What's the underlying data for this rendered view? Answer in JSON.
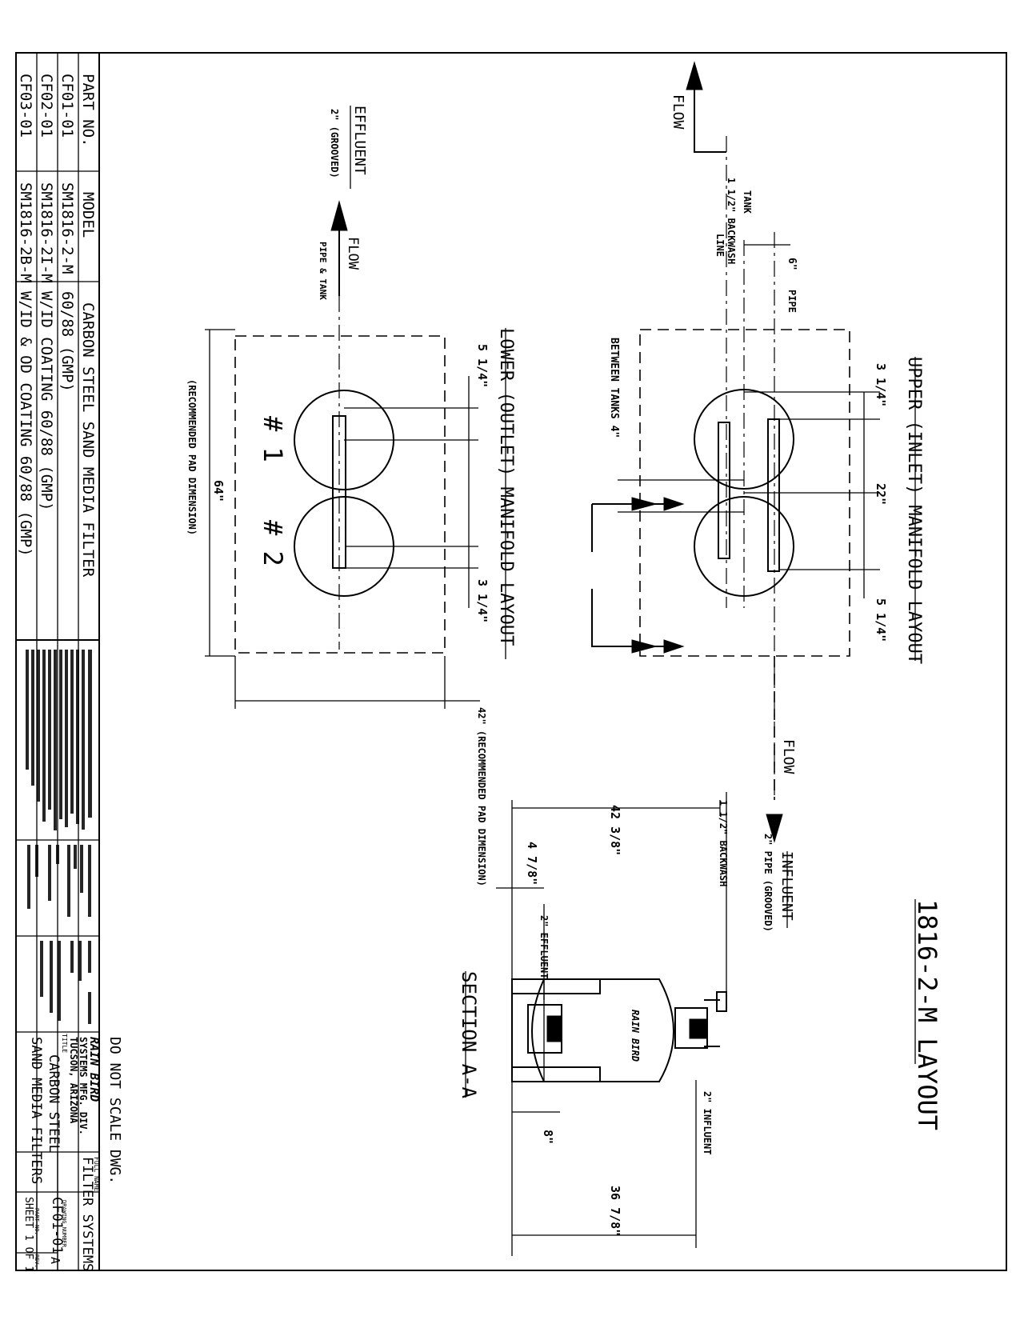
{
  "drawing": {
    "title": "1816-2-M LAYOUT",
    "do_not_scale": "DO NOT SCALE DWG.",
    "upper_layout_title": "UPPER (INLET) MANIFOLD LAYOUT",
    "lower_layout_title": "LOWER (OUTLET) MANIFOLD LAYOUT",
    "section_title": "SECTION A-A"
  },
  "upper": {
    "flow_top": "FLOW",
    "flow_bottom": "FLOW",
    "tank_cl": "TANK",
    "backwash_line_1": "1 1/2\" BACKWASH",
    "backwash_line_2": "LINE",
    "pipe_offset": "6\"",
    "pipe_cl": "PIPE",
    "between_tanks": "BETWEEN TANKS 4\"",
    "dim_3_1_4": "3 1/4\"",
    "dim_22": "22\"",
    "dim_5_1_4": "5 1/4\""
  },
  "lower": {
    "effluent": "EFFLUENT",
    "effluent_size": "2\" (GROOVED)",
    "flow": "FLOW",
    "pipe_tank": "PIPE & TANK",
    "dim_5_1_4": "5 1/4\"",
    "dim_3_1_4": "3 1/4\"",
    "tank1": "# 1",
    "tank2": "# 2",
    "dim_64": "64\"",
    "recommended_pad": "(RECOMMENDED PAD DIMENSION)",
    "dim_42": "42\" (RECOMMENDED PAD DIMENSION)"
  },
  "section": {
    "influent": "INFLUENT",
    "influent_size": "2\" PIPE (GROOVED)",
    "backwash": "1 1/2\" BACKWASH",
    "dim_42_3_8": "42 3/8\"",
    "dim_4_7_8": "4 7/8\"",
    "effluent_cl": "2\" EFFLUENT",
    "influent_cl": "2\" INFLUENT",
    "dim_8": "8\"",
    "dim_36_7_8": "36 7/8\"",
    "tank_logo": "RAIN BIRD"
  },
  "parts_table": {
    "header_part": "PART NO.",
    "header_model": "MODEL",
    "header_desc": "CARBON STEEL SAND MEDIA FILTER",
    "rows": [
      {
        "part": "CF01-01",
        "model": "SM1816-2-M",
        "desc": "60/88 (GMP)"
      },
      {
        "part": "CF02-01",
        "model": "SM1816-2I-M",
        "desc": "W/ID COATING 60/88 (GMP)"
      },
      {
        "part": "CF03-01",
        "model": "SM1816-2B-M",
        "desc": "W/ID & OD COATING 60/88 (GMP)"
      }
    ]
  },
  "title_block": {
    "company": "RAIN BIRD",
    "division_1": "SYSTEMS MFG. DIV.",
    "division_2": "TUCSON, ARIZONA",
    "full_name_label": "FULL NAME",
    "full_name": "FILTER SYSTEMS",
    "title_label": "TITLE",
    "title_1": "CARBON STEEL",
    "title_2": "SAND MEDIA FILTERS",
    "drawing_number_label": "DRAWING NUMBER",
    "drawing_number": "CF01-01",
    "rev": "A",
    "part_no_label": "PART NO.",
    "rev_label": "REV.",
    "sheet": "SHEET 1 OF 1"
  }
}
